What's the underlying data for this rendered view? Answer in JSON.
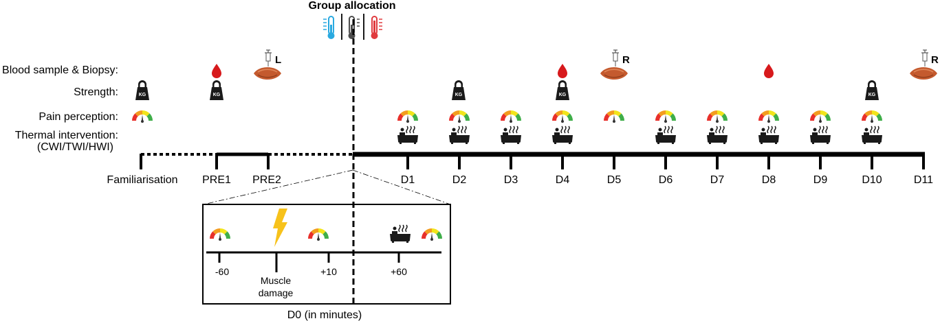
{
  "title": "Group allocation",
  "row_labels": {
    "blood": "Blood sample & Biopsy:",
    "strength": "Strength:",
    "pain": "Pain perception:",
    "thermal": "Thermal intervention:",
    "thermal_sub": "(CWI/TWI/HWI)"
  },
  "timeline": {
    "familiarisation": "Familiarisation",
    "pre1": "PRE1",
    "pre2": "PRE2",
    "days": [
      "D1",
      "D2",
      "D3",
      "D4",
      "D5",
      "D6",
      "D7",
      "D8",
      "D9",
      "D10",
      "D11"
    ]
  },
  "biopsy_marks": {
    "left": "L",
    "right": "R"
  },
  "inset": {
    "ticks": [
      "-60",
      "+10",
      "+60"
    ],
    "muscle_damage_line1": "Muscle",
    "muscle_damage_line2": "damage",
    "caption": "D0 (in minutes)"
  },
  "icon_names": [
    "thermometer-icon",
    "blood-drop-icon",
    "muscle-icon",
    "syringe-icon",
    "kettlebell-icon",
    "gauge-icon",
    "bath-icon",
    "lightning-icon"
  ],
  "colors": {
    "cold": "#29a9e0",
    "neutral": "#4d4d4d",
    "hot": "#e03a3e",
    "blood": "#d7191c",
    "muscle": "#c45a2e",
    "lightning": "#f7c21b"
  }
}
